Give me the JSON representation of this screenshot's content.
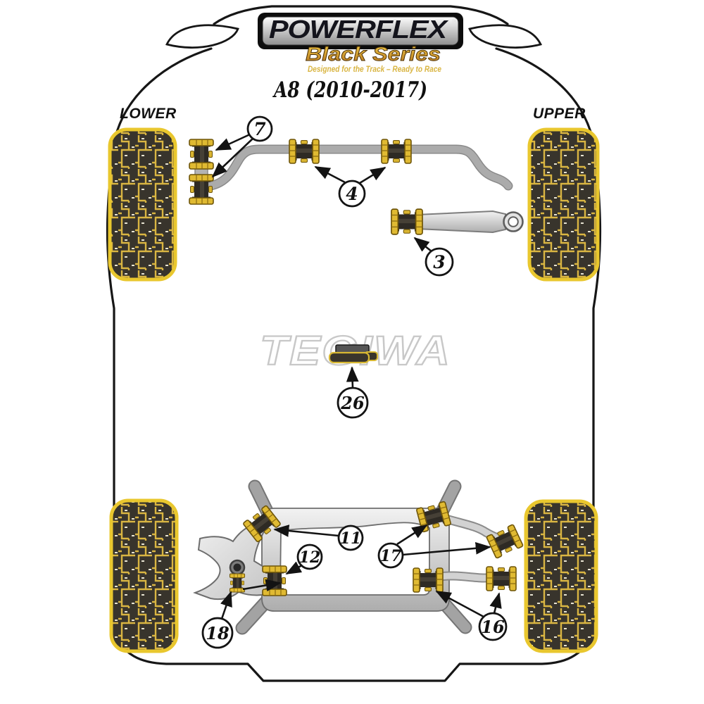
{
  "header": {
    "brand": "POWERFLEX",
    "registered_mark": "®",
    "series": "Black Series",
    "tagline": "Designed for the Track – Ready to Race",
    "model_title": "A8 (2010-2017)"
  },
  "side_labels": {
    "lower": "LOWER",
    "upper": "UPPER"
  },
  "watermark": "TEGIWA",
  "callouts": {
    "c7": "7",
    "c4": "4",
    "c3": "3",
    "c26": "26",
    "c11": "11",
    "c12": "12",
    "c17": "17",
    "c18": "18",
    "c16": "16"
  },
  "colors": {
    "accent_yellow": "#e8c22f",
    "gold_text": "#d9b542",
    "tread_dark": "#38342c",
    "metal_gray": "#a8a8a8",
    "line_black": "#161616"
  }
}
